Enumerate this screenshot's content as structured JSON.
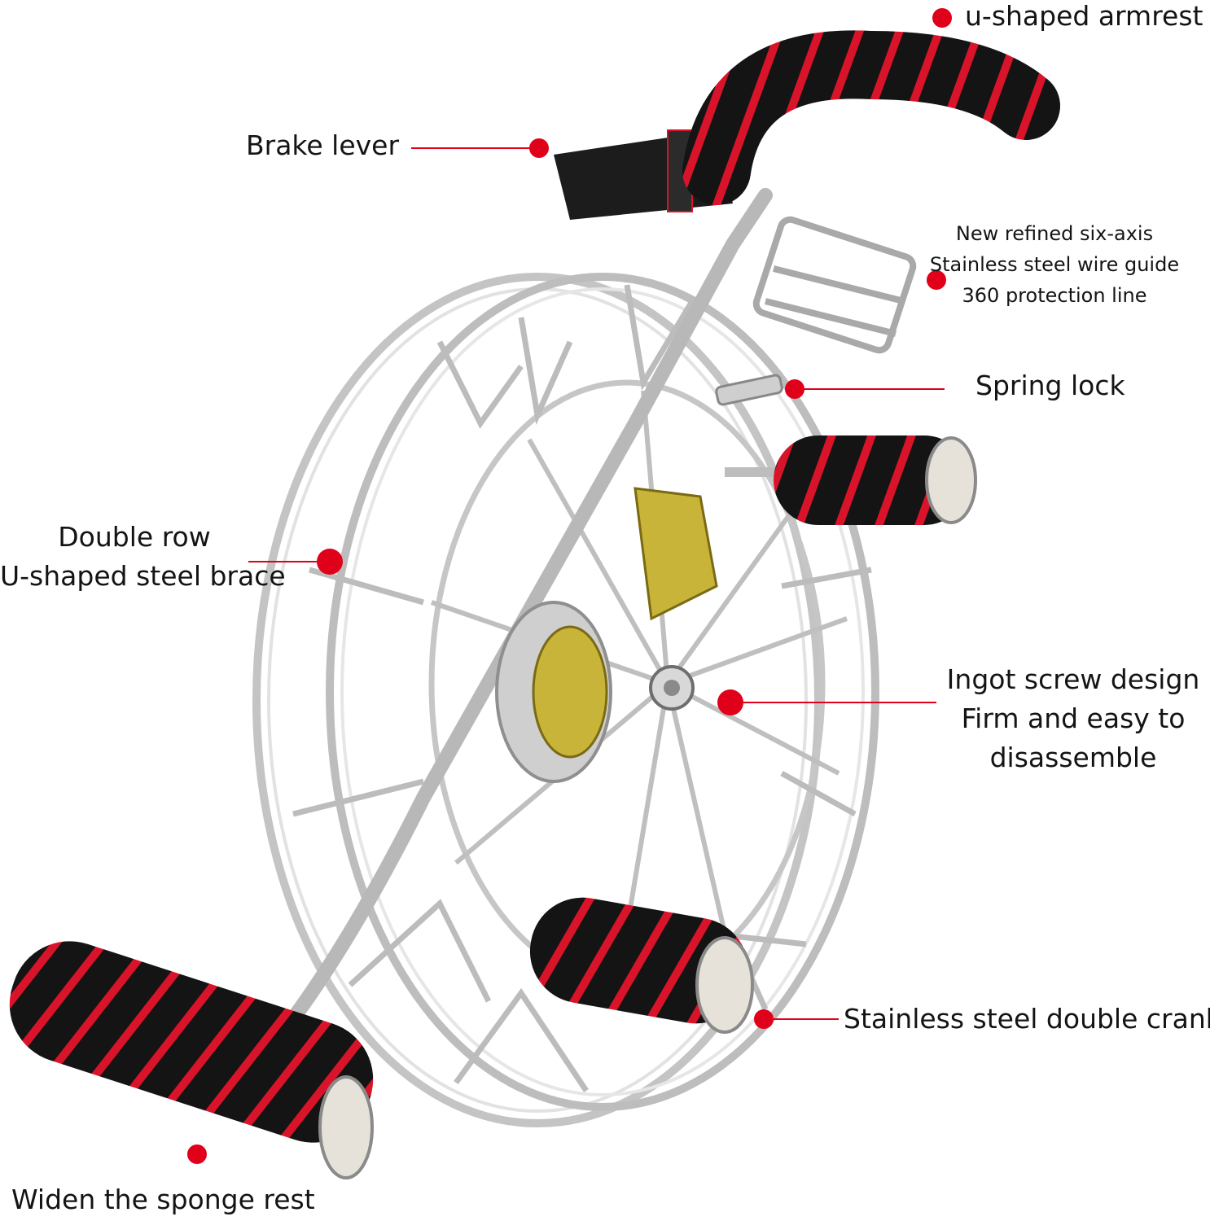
{
  "colors": {
    "accent": "#e0001a",
    "foam": "#141414",
    "foam_stripe": "#d9142a",
    "steel": "#c2c2c2",
    "steel_dark": "#9a9a9a",
    "brass": "#c9b43a"
  },
  "callouts": {
    "armrest": "u-shaped armrest",
    "brake": "Brake lever",
    "wire_guide": {
      "line1": "New refined six-axis",
      "line2": "Stainless steel wire guide",
      "line3": "360 protection line"
    },
    "spring_lock": "Spring lock",
    "brace": {
      "line1": "Double row",
      "line2": "U-shaped steel brace"
    },
    "ingot": {
      "line1": "Ingot screw design",
      "line2": "Firm and easy to",
      "line3": "disassemble"
    },
    "crank": "Stainless steel double crank",
    "sponge": "Widen the sponge rest"
  }
}
